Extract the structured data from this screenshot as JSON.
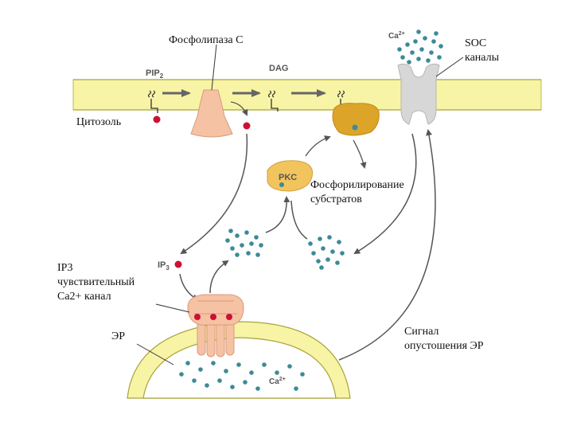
{
  "labels": {
    "phospholipase": "Фосфолипаза С",
    "pip2": "PIP",
    "pip2_sub": "2",
    "dag": "DAG",
    "cytosol": "Цитозоль",
    "soc_line1": "SOC",
    "soc_line2": "каналы",
    "ca_top": "Ca",
    "ca_top_sup": "2+",
    "pkc": "PKC",
    "phospho_line1": "Фосфорилирование",
    "phospho_line2": "субстратов",
    "ip3": "IP",
    "ip3_sub": "3",
    "ip3_channel_line1": "IP3",
    "ip3_channel_line2": "чувствительный",
    "ip3_channel_line3": "Ca2+ канал",
    "er": "ЭР",
    "signal_line1": "Сигнал",
    "signal_line2": "опустошения ЭР",
    "ca_er": "Ca",
    "ca_er_sup": "2+"
  },
  "colors": {
    "membrane_fill": "#f8f4a6",
    "membrane_edge": "#bdb84a",
    "enzyme": "#f6c2a4",
    "enzyme_edge": "#d89a7a",
    "pkc_active": "#dca52a",
    "pkc_inactive": "#f2c45e",
    "soc_channel": "#d7d7d7",
    "ip3_dot": "#cc1133",
    "ca_dot": "#3d8a96",
    "arrow": "#555555"
  }
}
